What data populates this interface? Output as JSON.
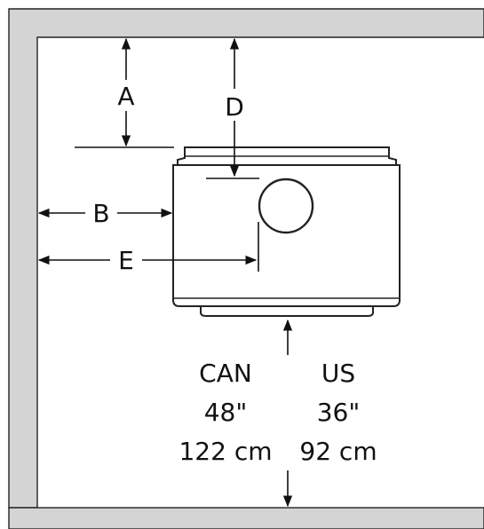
{
  "labels": {
    "a": "A",
    "b": "B",
    "d": "D",
    "e": "E"
  },
  "front_clearance": {
    "can": {
      "region": "CAN",
      "inches": "48\"",
      "cm": "122 cm"
    },
    "us": {
      "region": "US",
      "inches": "36\"",
      "cm": "92 cm"
    }
  },
  "colors": {
    "wall_fill": "#d4d4d4",
    "line": "#222222"
  }
}
